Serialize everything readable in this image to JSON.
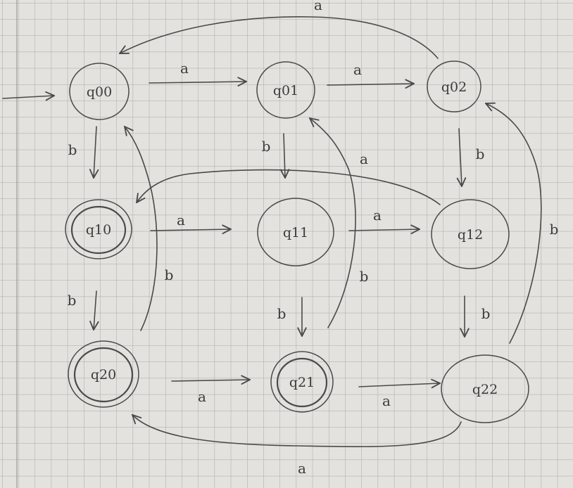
{
  "states": [
    {
      "id": "q00",
      "label": "q00",
      "start": true,
      "accepting": false
    },
    {
      "id": "q01",
      "label": "q01",
      "start": false,
      "accepting": false
    },
    {
      "id": "q02",
      "label": "q02",
      "start": false,
      "accepting": false
    },
    {
      "id": "q10",
      "label": "q10",
      "start": false,
      "accepting": true
    },
    {
      "id": "q11",
      "label": "q11",
      "start": false,
      "accepting": false
    },
    {
      "id": "q12",
      "label": "q12",
      "start": false,
      "accepting": false
    },
    {
      "id": "q20",
      "label": "q20",
      "start": false,
      "accepting": true
    },
    {
      "id": "q21",
      "label": "q21",
      "start": false,
      "accepting": true
    },
    {
      "id": "q22",
      "label": "q22",
      "start": false,
      "accepting": false
    }
  ],
  "transitions": [
    {
      "from": "q00",
      "to": "q01",
      "symbol": "a"
    },
    {
      "from": "q01",
      "to": "q02",
      "symbol": "a"
    },
    {
      "from": "q02",
      "to": "q00",
      "symbol": "a"
    },
    {
      "from": "q00",
      "to": "q10",
      "symbol": "b"
    },
    {
      "from": "q01",
      "to": "q11",
      "symbol": "b"
    },
    {
      "from": "q02",
      "to": "q12",
      "symbol": "b"
    },
    {
      "from": "q10",
      "to": "q11",
      "symbol": "a"
    },
    {
      "from": "q11",
      "to": "q12",
      "symbol": "a"
    },
    {
      "from": "q12",
      "to": "q10",
      "symbol": "a"
    },
    {
      "from": "q10",
      "to": "q20",
      "symbol": "b"
    },
    {
      "from": "q11",
      "to": "q21",
      "symbol": "b"
    },
    {
      "from": "q12",
      "to": "q22",
      "symbol": "b"
    },
    {
      "from": "q20",
      "to": "q21",
      "symbol": "a"
    },
    {
      "from": "q21",
      "to": "q22",
      "symbol": "a"
    },
    {
      "from": "q22",
      "to": "q20",
      "symbol": "a"
    },
    {
      "from": "q20",
      "to": "q00",
      "symbol": "b"
    },
    {
      "from": "q21",
      "to": "q01",
      "symbol": "b"
    },
    {
      "from": "q22",
      "to": "q02",
      "symbol": "b"
    }
  ]
}
